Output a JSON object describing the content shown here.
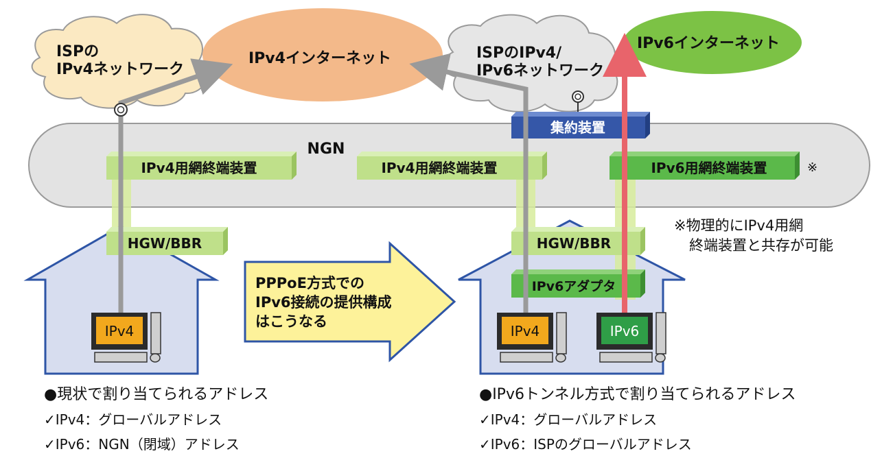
{
  "clouds": {
    "isp_v4": [
      "ISPの",
      "IPv4ネットワーク"
    ],
    "ipv4_internet": "IPv4インターネット",
    "isp_v4v6": [
      "ISPのIPv4/",
      "IPv6ネットワーク"
    ],
    "ipv6_internet": "IPv6インターネット"
  },
  "ngn": {
    "label": "NGN",
    "aggregator": "集約装置",
    "nte_left": "IPv4用網終端装置",
    "nte_mid": "IPv4用網終端装置",
    "nte_v6": "IPv6用網終端装置",
    "asterisk": "※"
  },
  "note": [
    "※物理的にIPv4用網",
    "終端装置と共存が可能"
  ],
  "devices": {
    "hgw_left": "HGW/BBR",
    "hgw_right": "HGW/BBR",
    "adapter": "IPv6アダプタ",
    "pc_left": "IPv4",
    "pc_right_v4": "IPv4",
    "pc_right_v6": "IPv6"
  },
  "transition_arrow": [
    "PPPoE方式での",
    "IPv6接続の提供構成",
    "はこうなる"
  ],
  "captions": {
    "left": {
      "title": "●現状で割り当てられるアドレス",
      "items": [
        "✓IPv4：グローバルアドレス",
        "✓IPv6：NGN（閉域）アドレス"
      ]
    },
    "right": {
      "title": "●IPv6トンネル方式で割り当てられるアドレス",
      "items": [
        "✓IPv4：グローバルアドレス",
        "✓IPv6：ISPのグローバルアドレス"
      ]
    }
  },
  "colors": {
    "cloud_cream": "#fbe9c2",
    "cloud_orange": "#f3b98a",
    "cloud_gray": "#e6e6e6",
    "cloud_green": "#7cc245",
    "ngn_fill": "#e3e3e3",
    "nte_green": "#bfe08a",
    "nte_v6_green": "#5bb94a",
    "aggregator_blue": "#3557a8",
    "house_fill": "#d7ddef",
    "house_stroke": "#2e55a6",
    "arrow_yellow": "#fdf29a",
    "arrow_stroke": "#2e55a6",
    "ipv6_line": "#e8646b",
    "gray_line": "#9a9a9a",
    "pc_orange": "#f2a81d",
    "pc_green": "#2f9e47"
  }
}
